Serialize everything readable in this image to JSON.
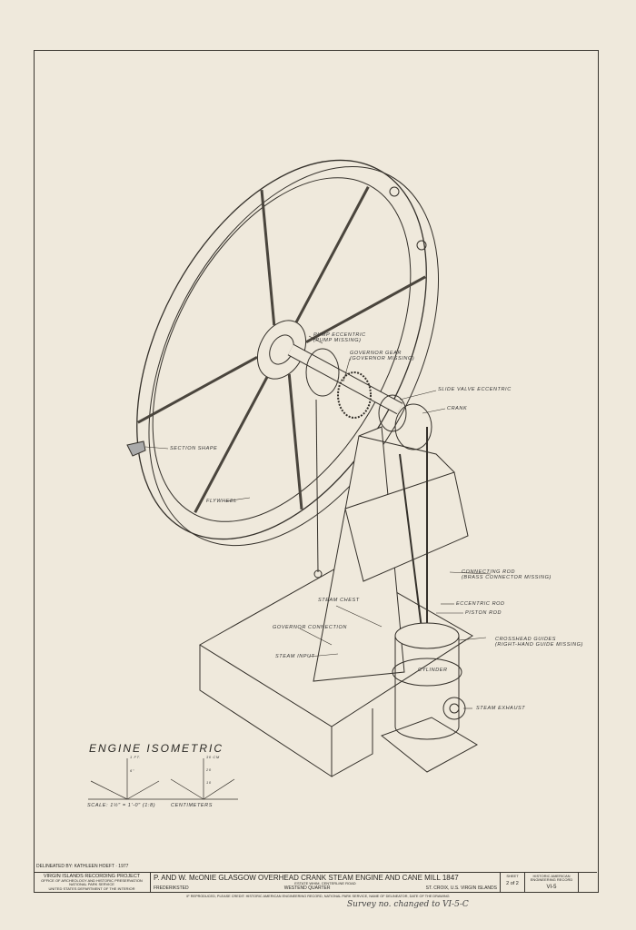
{
  "drawing_title": "ENGINE ISOMETRIC",
  "labels": {
    "pump_eccentric": "PUMP ECCENTRIC",
    "pump_eccentric_note": "(PUMP MISSING)",
    "governor_gear": "GOVERNOR GEAR",
    "governor_gear_note": "(GOVERNOR MISSING)",
    "slide_valve": "SLIDE VALVE ECCENTRIC",
    "crank": "CRANK",
    "section_shape": "SECTION SHAPE",
    "flywheel": "FLYWHEEL",
    "connecting_rod": "CONNECTING ROD",
    "connecting_rod_note": "(BRASS CONNECTOR MISSING)",
    "steam_chest": "STEAM CHEST",
    "eccentric_rod": "ECCENTRIC ROD",
    "piston_rod": "PISTON ROD",
    "governor_connection": "GOVERNOR CONNECTION",
    "crosshead_guides": "CROSSHEAD GUIDES",
    "crosshead_guides_note": "(RIGHT-HAND GUIDE MISSING)",
    "steam_input": "STEAM INPUT",
    "cylinder": "CYLINDER",
    "steam_exhaust": "STEAM EXHAUST"
  },
  "scale": {
    "imperial": "SCALE: 1½\" = 1'-0\"  (1:8)",
    "metric": "CENTIMETERS",
    "ft_ticks": [
      "1 FT.",
      "6\""
    ],
    "cm_ticks": [
      "30 CM",
      "20",
      "10"
    ]
  },
  "title_block": {
    "delineated": "DELINEATED BY: KATHLEEN HOEFT · 1977",
    "project": "VIRGIN ISLANDS RECORDING PROJECT",
    "office": "OFFICE OF ARCHEOLOGY AND HISTORIC PRESERVATION",
    "agency": "NATIONAL PARK SERVICE",
    "dept": "UNITED STATES DEPARTMENT OF THE INTERIOR",
    "title": "P. AND W. McONIE  GLASGOW  OVERHEAD CRANK STEAM ENGINE AND CANE MILL  1847",
    "estate": "ESTATE WHIM, CENTERLINE ROAD",
    "town": "FREDERIKSTED",
    "quarter": "WESTEND QUARTER",
    "location": "ST. CROIX, U.S. VIRGIN ISLANDS",
    "sheet_label": "SHEET",
    "sheet": "2 of 2",
    "record": "HISTORIC AMERICAN ENGINEERING RECORD",
    "record_no": "VI-5"
  },
  "credit": "IF REPRODUCED, PLEASE CREDIT: HISTORIC AMERICAN ENGINEERING RECORD, NATIONAL PARK SERVICE, NAME OF DELINEATOR, DATE OF THE DRAWING",
  "handwritten": "Survey no. changed to VI-5-C"
}
